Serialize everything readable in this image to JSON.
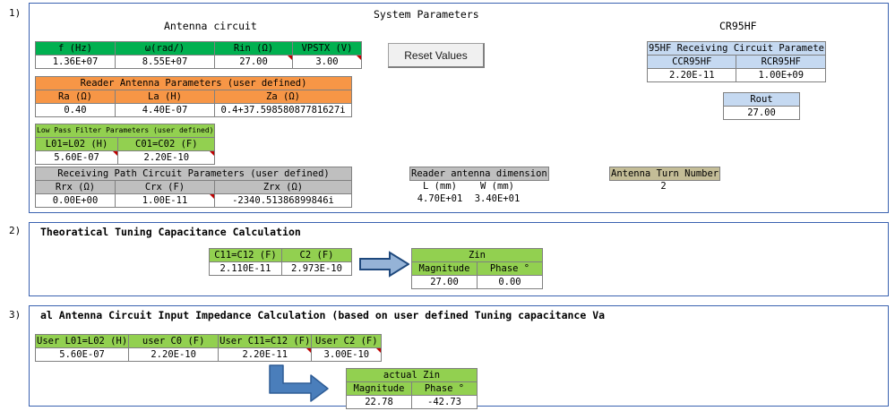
{
  "app": {
    "system_title": "System Parameters",
    "antenna_circuit_title": "Antenna circuit",
    "cr95hf_title": "CR95HF"
  },
  "steps": {
    "one": "1)",
    "two": "2)",
    "three": "3)"
  },
  "colors": {
    "panel_border": "#3a62b0",
    "green": "#00b050",
    "light_green": "#92d050",
    "orange": "#f79646",
    "grey": "#bfbfbf",
    "blue": "#c5d9f1",
    "tan": "#c4bd97",
    "arrow_fill": "#95b3d7",
    "arrow_stroke": "#1f497d",
    "comment_marker": "#c00000"
  },
  "buttons": {
    "reset_values": "Reset Values"
  },
  "section1": {
    "freq_table": {
      "headers": [
        "f (Hz)",
        "ω(rad/)",
        "Rin (Ω)",
        "VPSTX (V)"
      ],
      "values": [
        "1.36E+07",
        "8.55E+07",
        "27.00",
        "3.00"
      ]
    },
    "reader_antenna": {
      "group_header": "Reader Antenna Parameters (user defined)",
      "headers": [
        "Ra (Ω)",
        "La (H)",
        "Za  (Ω)"
      ],
      "values": [
        "0.40",
        "4.40E-07",
        "0.4+37.59858087781627i"
      ]
    },
    "low_pass_filter": {
      "group_header": "Low Pass Filter Parameters (user defined)",
      "headers": [
        "L01=L02 (H)",
        "C01=C02 (F)"
      ],
      "values": [
        "5.60E-07",
        "2.20E-10"
      ]
    },
    "receiving_path": {
      "group_header": "Receiving Path Circuit Parameters (user defined)",
      "headers": [
        "Rrx  (Ω)",
        "Crx (F)",
        "Zrx  (Ω)"
      ],
      "values": [
        "0.00E+00",
        "1.00E-11",
        "-2340.51386899846i"
      ]
    },
    "reader_antenna_dimension": {
      "group_header": "Reader antenna dimension",
      "headers": [
        "L (mm)",
        "W (mm)"
      ],
      "values": [
        "4.70E+01",
        "3.40E+01"
      ]
    },
    "antenna_turn_number": {
      "header": "Antenna Turn Number",
      "value": "2"
    },
    "cr95hf_receiving": {
      "group_header": "95HF Receiving Circuit Paramete",
      "headers": [
        "CCR95HF",
        "RCR95HF"
      ],
      "values": [
        "2.20E-11",
        "1.00E+09"
      ]
    },
    "rout": {
      "header": "Rout",
      "value": "27.00"
    }
  },
  "section2": {
    "title": "Theoratical Tuning Capacitance Calculation",
    "capacitance": {
      "headers": [
        "C11=C12 (F)",
        "C2 (F)"
      ],
      "values": [
        "2.110E-11",
        "2.973E-10"
      ]
    },
    "zin": {
      "group_header": "Zin",
      "headers": [
        "Magnitude",
        "Phase °"
      ],
      "values": [
        "27.00",
        "0.00"
      ]
    }
  },
  "section3": {
    "title": "al Antenna Circuit Input Impedance Calculation (based on user defined Tuning capacitance Va",
    "user_params": {
      "headers": [
        "User L01=L02 (H)",
        "user C0 (F)",
        "User C11=C12 (F)",
        "User C2 (F)"
      ],
      "values": [
        "5.60E-07",
        "2.20E-10",
        "2.20E-11",
        "3.00E-10"
      ]
    },
    "actual_zin": {
      "group_header": "actual Zin",
      "headers": [
        "Magnitude",
        "Phase °"
      ],
      "values": [
        "22.78",
        "-42.73"
      ]
    }
  }
}
